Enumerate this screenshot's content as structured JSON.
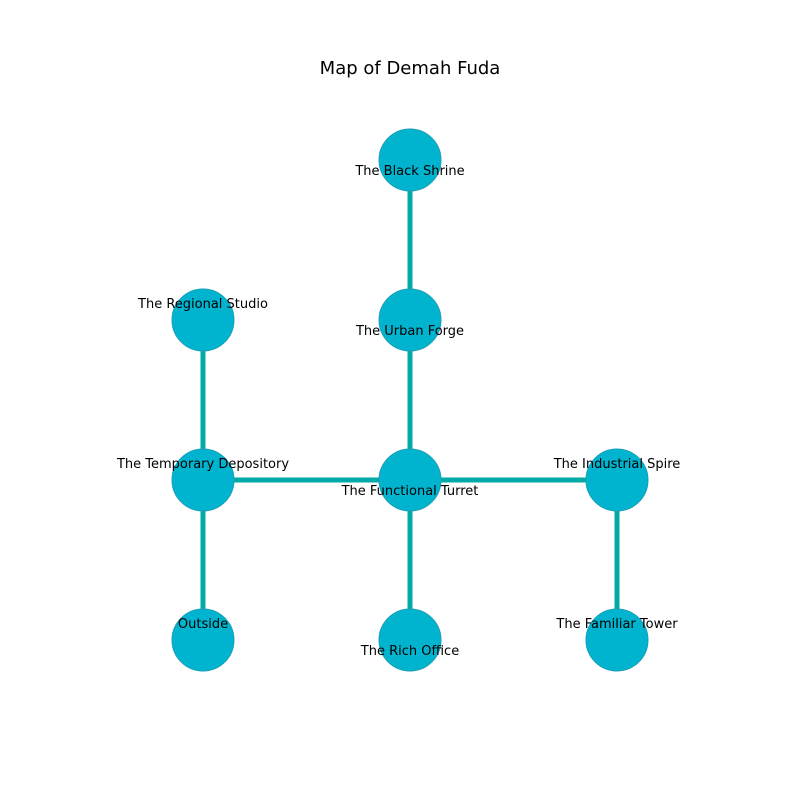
{
  "map": {
    "title": "Map of Demah Fuda",
    "colors": {
      "node_fill": "#00b4cf",
      "edge": "#00aaa6"
    },
    "nodes": [
      {
        "id": "black-shrine",
        "label": "The Black Shrine",
        "col": 1,
        "row": 0,
        "label_pos": "below"
      },
      {
        "id": "regional-studio",
        "label": "The Regional Studio",
        "col": 0,
        "row": 1,
        "label_pos": "above"
      },
      {
        "id": "urban-forge",
        "label": "The Urban Forge",
        "col": 1,
        "row": 1,
        "label_pos": "below"
      },
      {
        "id": "temporary-depository",
        "label": "The Temporary Depository",
        "col": 0,
        "row": 2,
        "label_pos": "above"
      },
      {
        "id": "functional-turret",
        "label": "The Functional Turret",
        "col": 1,
        "row": 2,
        "label_pos": "below"
      },
      {
        "id": "industrial-spire",
        "label": "The Industrial Spire",
        "col": 2,
        "row": 2,
        "label_pos": "above"
      },
      {
        "id": "outside",
        "label": "Outside",
        "col": 0,
        "row": 3,
        "label_pos": "above"
      },
      {
        "id": "rich-office",
        "label": "The Rich Office",
        "col": 1,
        "row": 3,
        "label_pos": "below"
      },
      {
        "id": "familiar-tower",
        "label": "The Familiar Tower",
        "col": 2,
        "row": 3,
        "label_pos": "above"
      }
    ],
    "edges": [
      [
        "black-shrine",
        "urban-forge"
      ],
      [
        "urban-forge",
        "functional-turret"
      ],
      [
        "regional-studio",
        "temporary-depository"
      ],
      [
        "temporary-depository",
        "functional-turret"
      ],
      [
        "temporary-depository",
        "outside"
      ],
      [
        "functional-turret",
        "industrial-spire"
      ],
      [
        "functional-turret",
        "rich-office"
      ],
      [
        "industrial-spire",
        "familiar-tower"
      ]
    ]
  }
}
